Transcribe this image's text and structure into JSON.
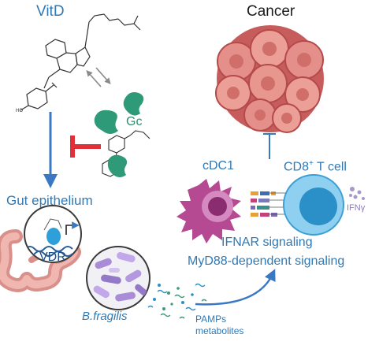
{
  "labels": {
    "vitd": "VitD",
    "gc": "Gc",
    "cancer": "Cancer",
    "gut_epithelium": "Gut epithelium",
    "vdr": "VDR",
    "cdc1": "cDC1",
    "cd8_main": "CD8",
    "cd8_sup": "+",
    "cd8_rest": " T cell",
    "ifng": "IFNγ",
    "ifnar": "IFNAR signaling",
    "myd88": "MyD88-dependent signaling",
    "bfragilis": "B.fragilis",
    "pamps": "PAMPs",
    "metabolites": "metabolites"
  },
  "colors": {
    "label_blue": "#2f79b5",
    "arrow_blue": "#3a78c2",
    "inhibit_red": "#e0303a",
    "gc_green": "#2f9a78",
    "cancer_pink": "#e0928c",
    "cdc1_purple": "#9b3a7e",
    "tcell_blue": "#47b6e8",
    "bacteria_purple": "#a98bd8",
    "gut_pink": "#e9a7a2"
  }
}
